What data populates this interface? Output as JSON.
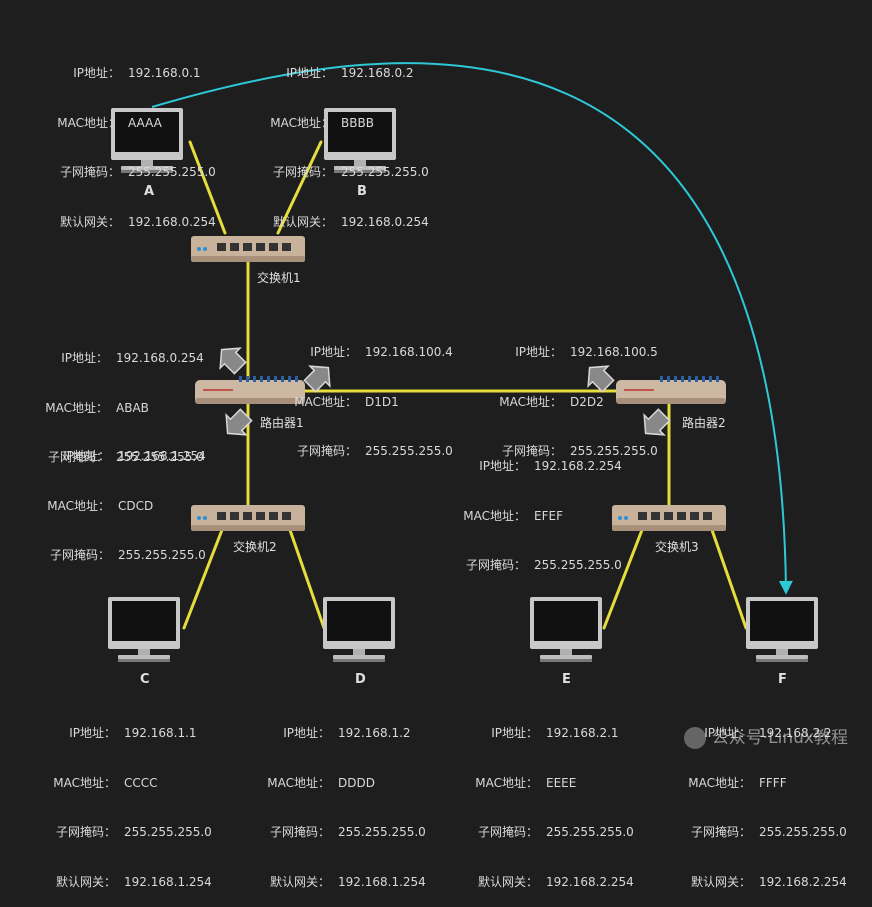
{
  "colors": {
    "background": "#1e1e1e",
    "link": "#e6dc3c",
    "packet_path": "#2ec8d6",
    "device": "#c9b29c",
    "text": "#d9d9d9"
  },
  "hosts": {
    "A": {
      "label": "A",
      "ip_key": "IP地址：",
      "ip": "192.168.0.1",
      "mac_key": "MAC地址：",
      "mac": "AAAA",
      "mask_key": "子网掩码：",
      "mask": "255.255.255.0",
      "gw_key": "默认网关：",
      "gw": "192.168.0.254"
    },
    "B": {
      "label": "B",
      "ip_key": "IP地址：",
      "ip": "192.168.0.2",
      "mac_key": "MAC地址：",
      "mac": "BBBB",
      "mask_key": "子网掩码：",
      "mask": "255.255.255.0",
      "gw_key": "默认网关：",
      "gw": "192.168.0.254"
    },
    "C": {
      "label": "C",
      "ip_key": "IP地址：",
      "ip": "192.168.1.1",
      "mac_key": "MAC地址：",
      "mac": "CCCC",
      "mask_key": "子网掩码：",
      "mask": "255.255.255.0",
      "gw_key": "默认网关：",
      "gw": "192.168.1.254"
    },
    "D": {
      "label": "D",
      "ip_key": "IP地址：",
      "ip": "192.168.1.2",
      "mac_key": "MAC地址：",
      "mac": "DDDD",
      "mask_key": "子网掩码：",
      "mask": "255.255.255.0",
      "gw_key": "默认网关：",
      "gw": "192.168.1.254"
    },
    "E": {
      "label": "E",
      "ip_key": "IP地址：",
      "ip": "192.168.2.1",
      "mac_key": "MAC地址：",
      "mac": "EEEE",
      "mask_key": "子网掩码：",
      "mask": "255.255.255.0",
      "gw_key": "默认网关：",
      "gw": "192.168.2.254"
    },
    "F": {
      "label": "F",
      "ip_key": "IP地址：",
      "ip": "192.168.2.2",
      "mac_key": "MAC地址：",
      "mac": "FFFF",
      "mask_key": "子网掩码：",
      "mask": "255.255.255.0",
      "gw_key": "默认网关：",
      "gw": "192.168.2.254"
    }
  },
  "switches": {
    "sw1": "交换机1",
    "sw2": "交换机2",
    "sw3": "交换机3"
  },
  "routers": {
    "r1": {
      "label": "路由器1",
      "if_a": {
        "ip_key": "IP地址：",
        "ip": "192.168.0.254",
        "mac_key": "MAC地址：",
        "mac": "ABAB",
        "mask_key": "子网掩码：",
        "mask": "255.255.255.0"
      },
      "if_b": {
        "ip_key": "IP地址：",
        "ip": "192.168.100.4",
        "mac_key": "MAC地址：",
        "mac": "D1D1",
        "mask_key": "子网掩码：",
        "mask": "255.255.255.0"
      },
      "if_c": {
        "ip_key": "IP地址：",
        "ip": "192.168.1.254",
        "mac_key": "MAC地址：",
        "mac": "CDCD",
        "mask_key": "子网掩码：",
        "mask": "255.255.255.0"
      }
    },
    "r2": {
      "label": "路由器2",
      "if_a": {
        "ip_key": "IP地址：",
        "ip": "192.168.100.5",
        "mac_key": "MAC地址：",
        "mac": "D2D2",
        "mask_key": "子网掩码：",
        "mask": "255.255.255.0"
      },
      "if_b": {
        "ip_key": "IP地址：",
        "ip": "192.168.2.254",
        "mac_key": "MAC地址：",
        "mac": "EFEF",
        "mask_key": "子网掩码：",
        "mask": "255.255.255.0"
      }
    }
  },
  "watermark": "公众号·Linux教程"
}
